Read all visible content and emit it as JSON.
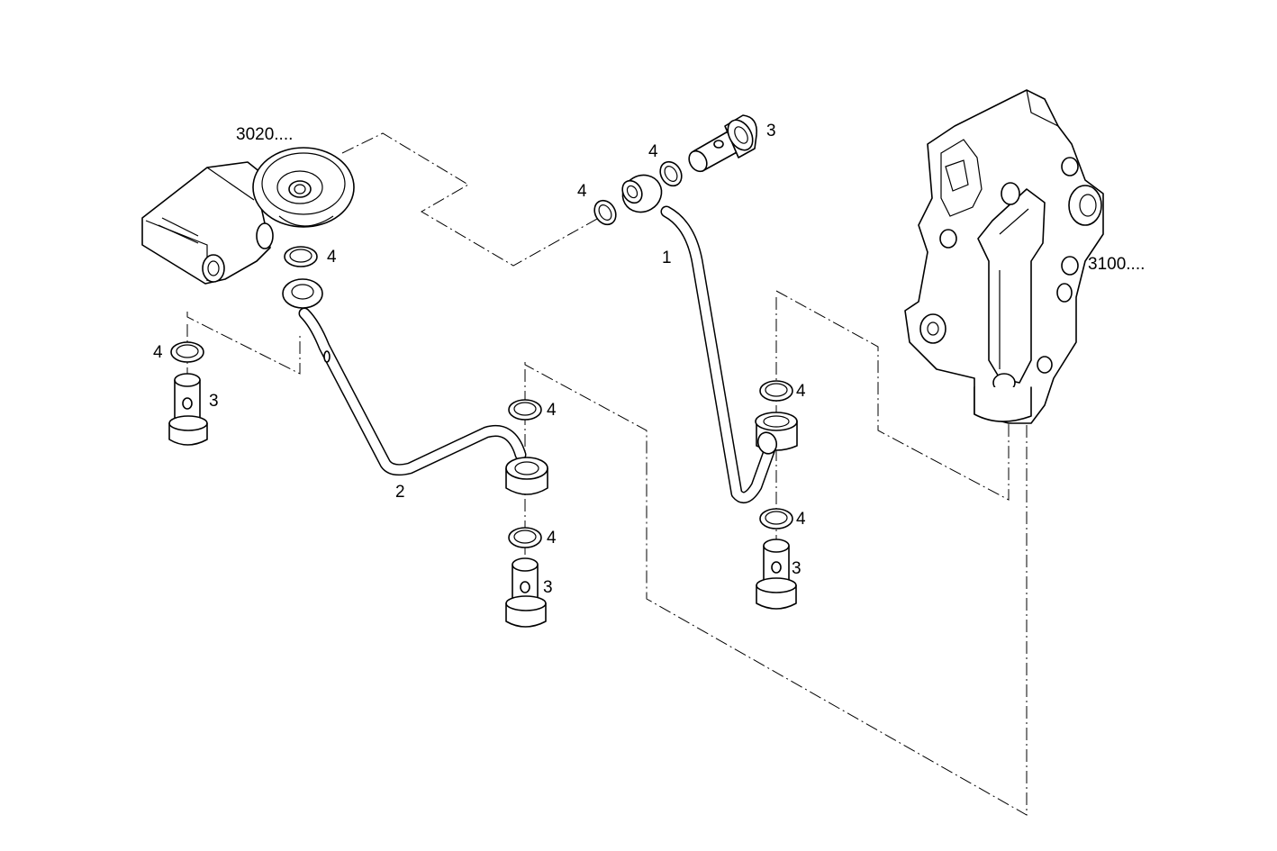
{
  "diagram": {
    "labels": {
      "ref_3020": "3020....",
      "ref_3100": "3100....",
      "part_1": "1",
      "part_2": "2",
      "part_3": "3",
      "part_4": "4"
    }
  }
}
